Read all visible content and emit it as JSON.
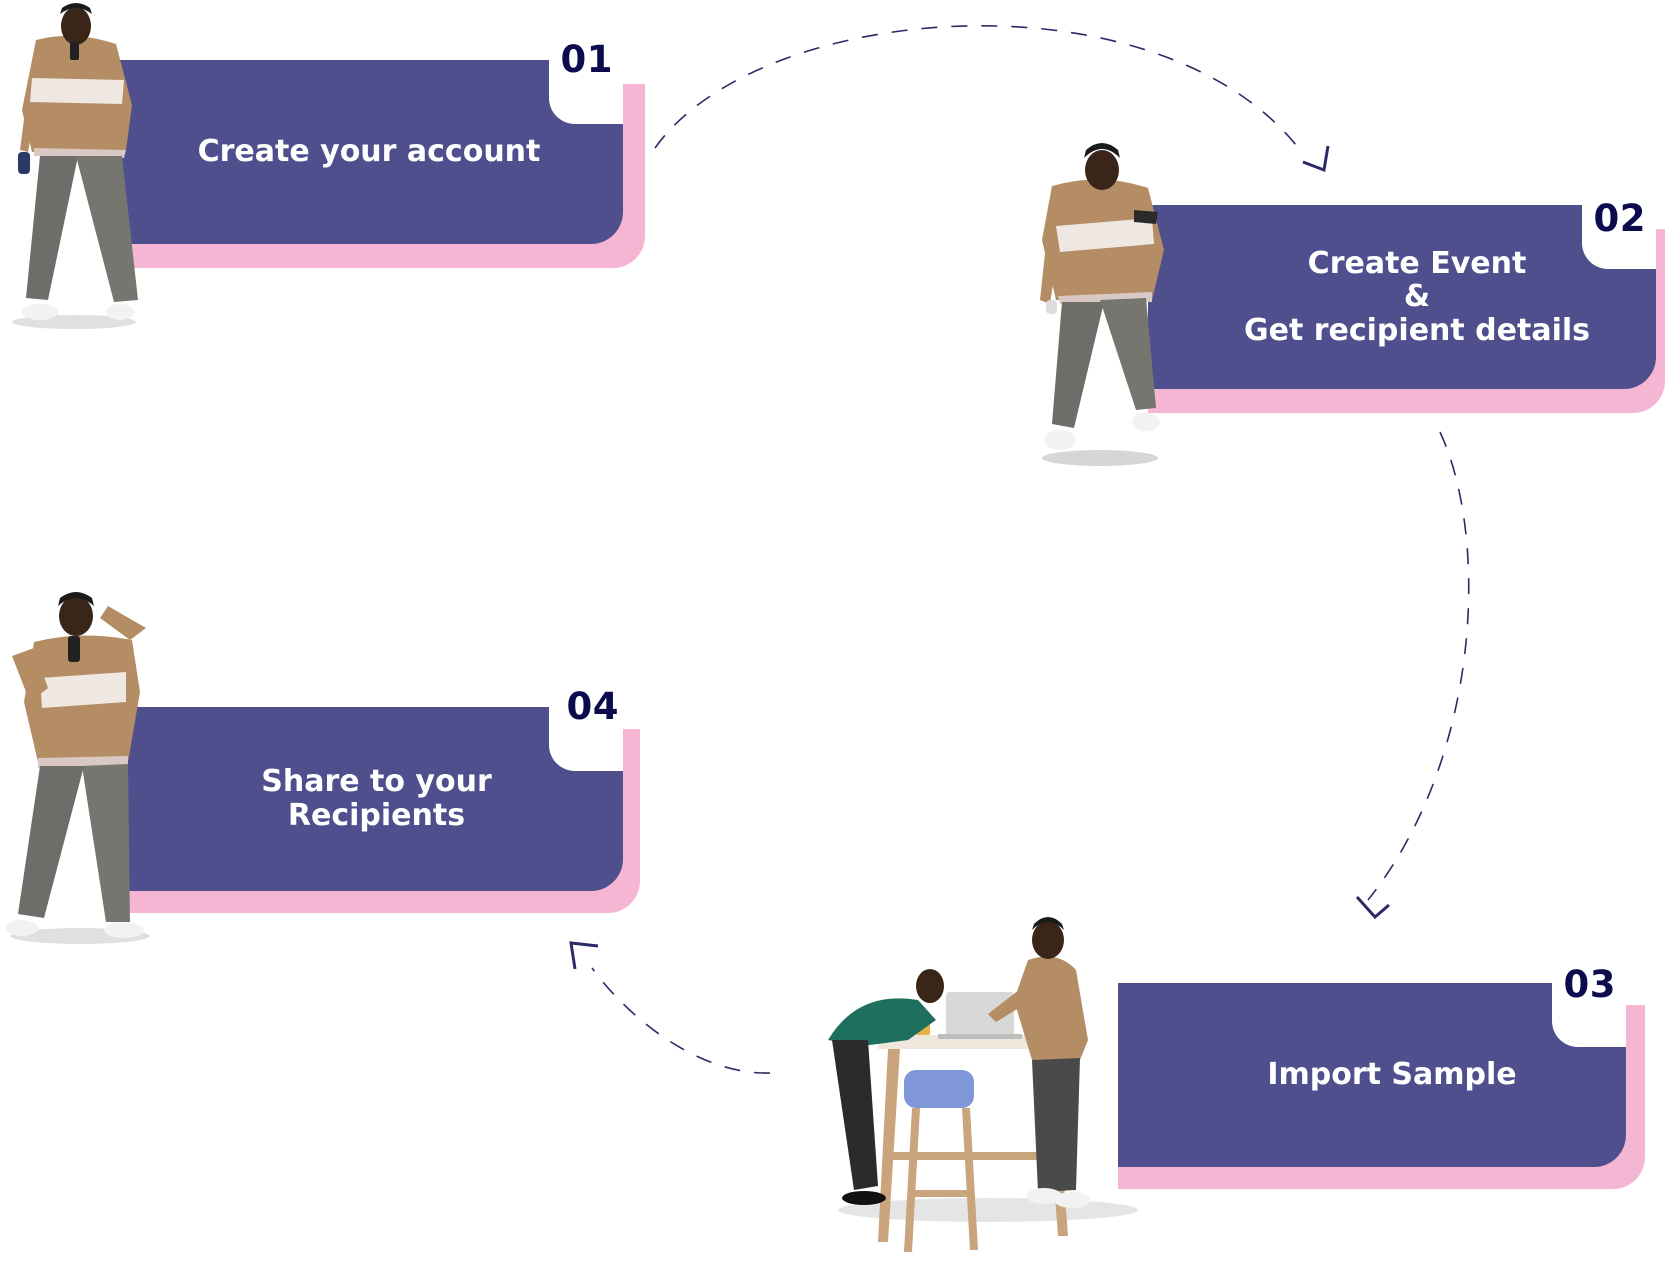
{
  "steps": [
    {
      "number": "01",
      "title_lines": [
        "Create your account"
      ]
    },
    {
      "number": "02",
      "title_lines": [
        "Create Event",
        "&",
        "Get recipient details"
      ]
    },
    {
      "number": "03",
      "title_lines": [
        "Import Sample"
      ]
    },
    {
      "number": "04",
      "title_lines": [
        "Share to your",
        "Recipients"
      ]
    }
  ],
  "colors": {
    "card": "#4f4f8e",
    "card_shadow": "#f4b6d3",
    "number": "#0b0b4d",
    "connector": "#2a2a66"
  },
  "illustrations": [
    "person-with-phone-and-bottle-illustration",
    "person-looking-at-phone-illustration",
    "two-people-at-laptop-table-illustration",
    "person-taking-selfie-illustration"
  ]
}
